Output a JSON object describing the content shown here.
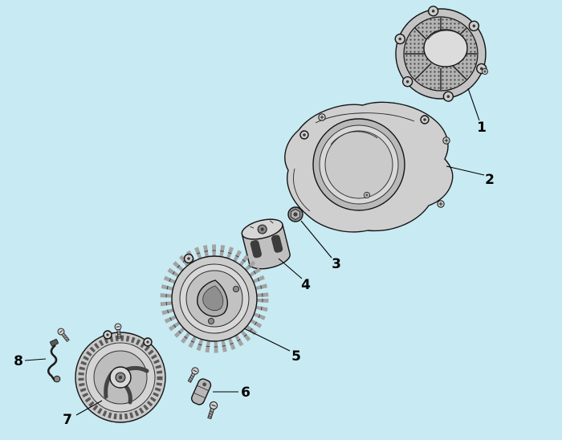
{
  "page": {
    "kind": "exploded-parts-diagram",
    "title": "Engine recoil starter / flywheel exploded view parts diagram"
  },
  "diagram": {
    "colors": {
      "background": "#c8eaf2",
      "line": "#141414",
      "part_light": "#d9d9d9",
      "part_mid": "#c2c2c2",
      "part_dark": "#9a9a9a",
      "mesh_dot": "#4a4a4a"
    },
    "callouts": [
      {
        "num": "1",
        "part": "fan-cover-grille"
      },
      {
        "num": "2",
        "part": "blower-housing"
      },
      {
        "num": "3",
        "part": "flywheel-nut"
      },
      {
        "num": "4",
        "part": "starter-cup"
      },
      {
        "num": "5",
        "part": "flywheel"
      },
      {
        "num": "6",
        "part": "pawl-bolt-assembly"
      },
      {
        "num": "7",
        "part": "recoil-starter-assembly"
      },
      {
        "num": "8",
        "part": "wire-clip"
      }
    ]
  }
}
